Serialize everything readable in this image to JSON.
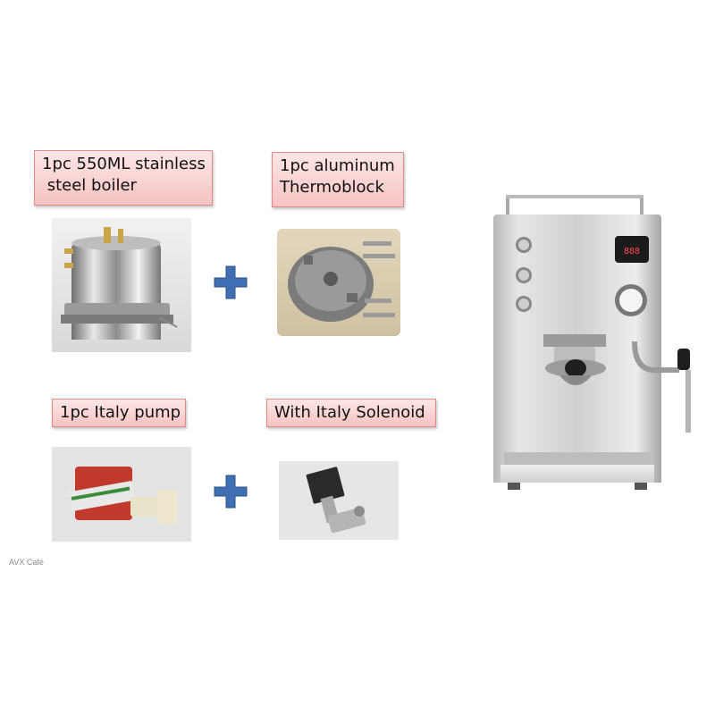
{
  "labels": {
    "boiler": "1pc 550ML stainless\n steel boiler",
    "thermoblock": "1pc aluminum\nThermoblock",
    "pump": "1pc Italy pump",
    "solenoid": "With Italy Solenoid"
  },
  "watermark": "AVX Café",
  "machine_display": "888",
  "colors": {
    "label_fill": "#f6c3c3",
    "label_border": "#e08a8a",
    "plus": "#3f6fb3"
  }
}
